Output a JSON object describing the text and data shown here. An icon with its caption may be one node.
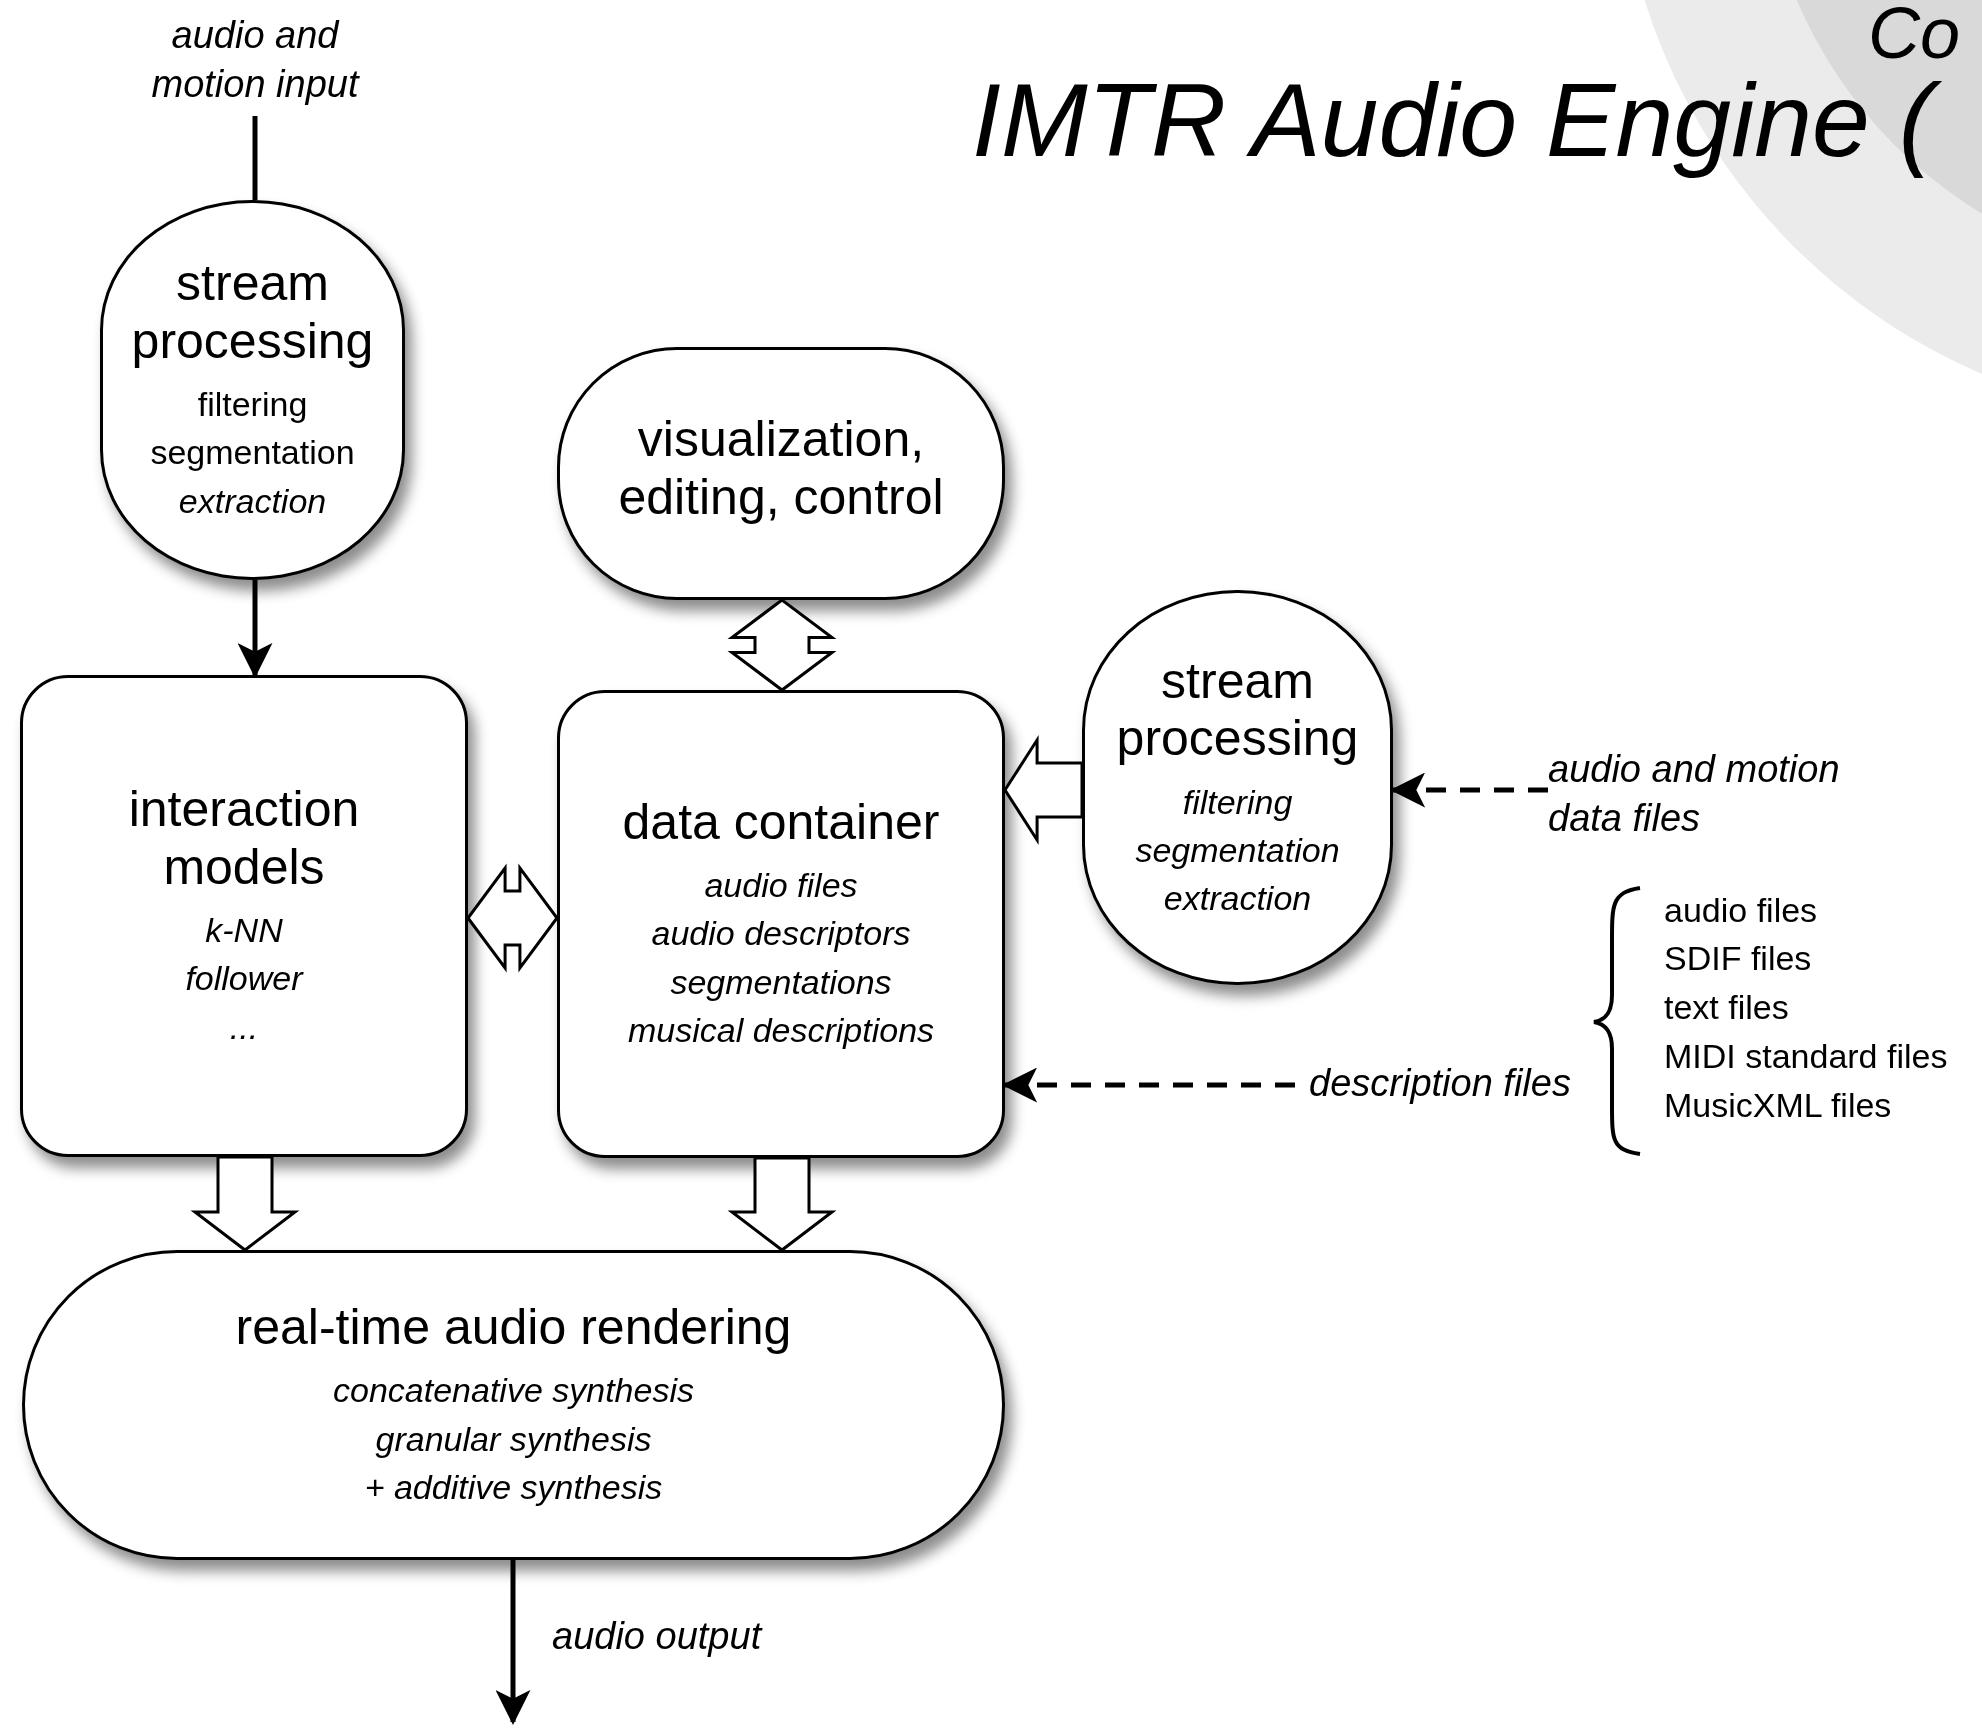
{
  "diagram": {
    "nodes": [
      {
        "text": [
          "audio and motion input"
        ]
      },
      {
        "text": [
          "stream processing",
          "filtering",
          "segmentation",
          "extraction"
        ]
      },
      {
        "text": [
          "visualization, editing, control"
        ]
      },
      {
        "text": [
          "interaction models",
          "k-NN",
          "follower",
          "..."
        ]
      },
      {
        "text": [
          "data container",
          "audio files",
          "audio descriptors",
          "segmentations",
          "musical descriptions"
        ]
      },
      {
        "text": [
          "stream processing",
          "filtering",
          "segmentation",
          "extraction"
        ]
      },
      {
        "text": [
          "audio and motion data files"
        ]
      },
      {
        "text": [
          "description files"
        ]
      },
      {
        "text": [
          "real-time audio rendering",
          "concatenative synthesis",
          "granular synthesis",
          "+ additive synthesis"
        ]
      }
    ],
    "edges": [
      {
        "from": 0,
        "to": 1,
        "arrow": "none"
      },
      {
        "from": 1,
        "to": 3,
        "arrow": "to"
      },
      {
        "from": 2,
        "to": 4,
        "arrow": "both",
        "style": "thick"
      },
      {
        "from": 3,
        "to": 4,
        "arrow": "both",
        "style": "thick"
      },
      {
        "from": 5,
        "to": 4,
        "arrow": "to",
        "style": "thick"
      },
      {
        "from": 6,
        "to": 5,
        "arrow": "to",
        "style": "dashed"
      },
      {
        "from": 7,
        "to": 4,
        "arrow": "to",
        "style": "dashed"
      },
      {
        "from": 3,
        "to": 8,
        "arrow": "to",
        "style": "thick"
      },
      {
        "from": 4,
        "to": 8,
        "arrow": "to",
        "style": "thick"
      },
      {
        "from": 8,
        "to": null,
        "arrow": "to",
        "label": "audio output"
      }
    ],
    "labels": [
      "Co",
      "IMTR Audio Engine (",
      "audio files",
      "SDIF files",
      "text files",
      "MIDI standard files",
      "MusicXML files"
    ]
  }
}
